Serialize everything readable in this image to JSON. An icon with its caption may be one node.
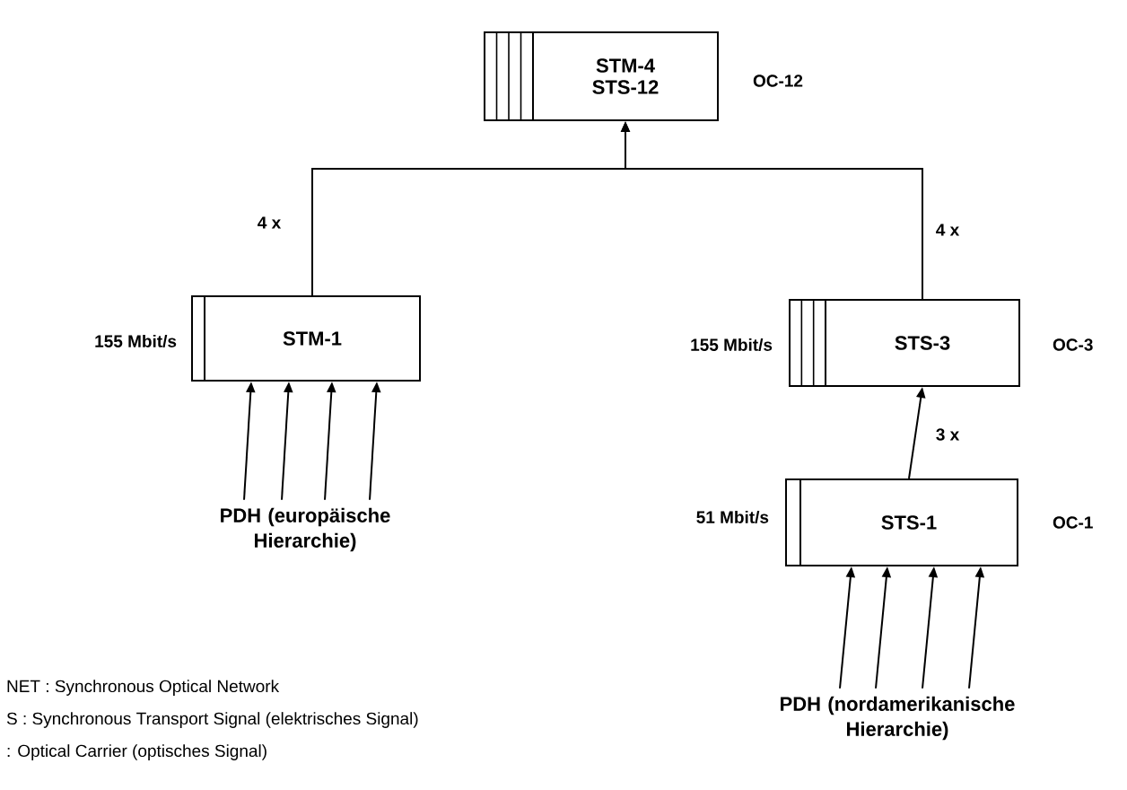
{
  "diagram": {
    "nodes": [
      {
        "text": [
          "STM-4 STS-12"
        ],
        "beside": [
          "OC-12"
        ]
      },
      {
        "text": [
          "STM-1"
        ],
        "beside": [
          "155 Mbit/s"
        ]
      },
      {
        "text": [
          "STS-3"
        ],
        "beside": [
          "155 Mbit/s",
          "OC-3"
        ]
      },
      {
        "text": [
          "STS-1"
        ],
        "beside": [
          "51 Mbit/s",
          "OC-1"
        ]
      },
      {
        "text": [
          "PDH (europäische Hierarchie)"
        ]
      },
      {
        "text": [
          "PDH (nordamerikanische Hierarchie)"
        ]
      }
    ],
    "edges": [
      {
        "from": 1,
        "to": 0,
        "arrow": "to",
        "label": "4 x"
      },
      {
        "from": 2,
        "to": 0,
        "arrow": "to",
        "label": "4 x"
      },
      {
        "from": 3,
        "to": 2,
        "arrow": "to",
        "label": "3 x"
      },
      {
        "from": 4,
        "to": 1,
        "arrow": "to"
      },
      {
        "from": 4,
        "to": 1,
        "arrow": "to"
      },
      {
        "from": 4,
        "to": 1,
        "arrow": "to"
      },
      {
        "from": 4,
        "to": 1,
        "arrow": "to"
      },
      {
        "from": 5,
        "to": 3,
        "arrow": "to"
      },
      {
        "from": 5,
        "to": 3,
        "arrow": "to"
      },
      {
        "from": 5,
        "to": 3,
        "arrow": "to"
      },
      {
        "from": 5,
        "to": 3,
        "arrow": "to"
      }
    ],
    "labels": [
      "NET : Synchronous Optical Network",
      "S : Synchronous Transport Signal (elektrisches Signal)",
      ": Optical Carrier (optisches Signal)"
    ]
  }
}
